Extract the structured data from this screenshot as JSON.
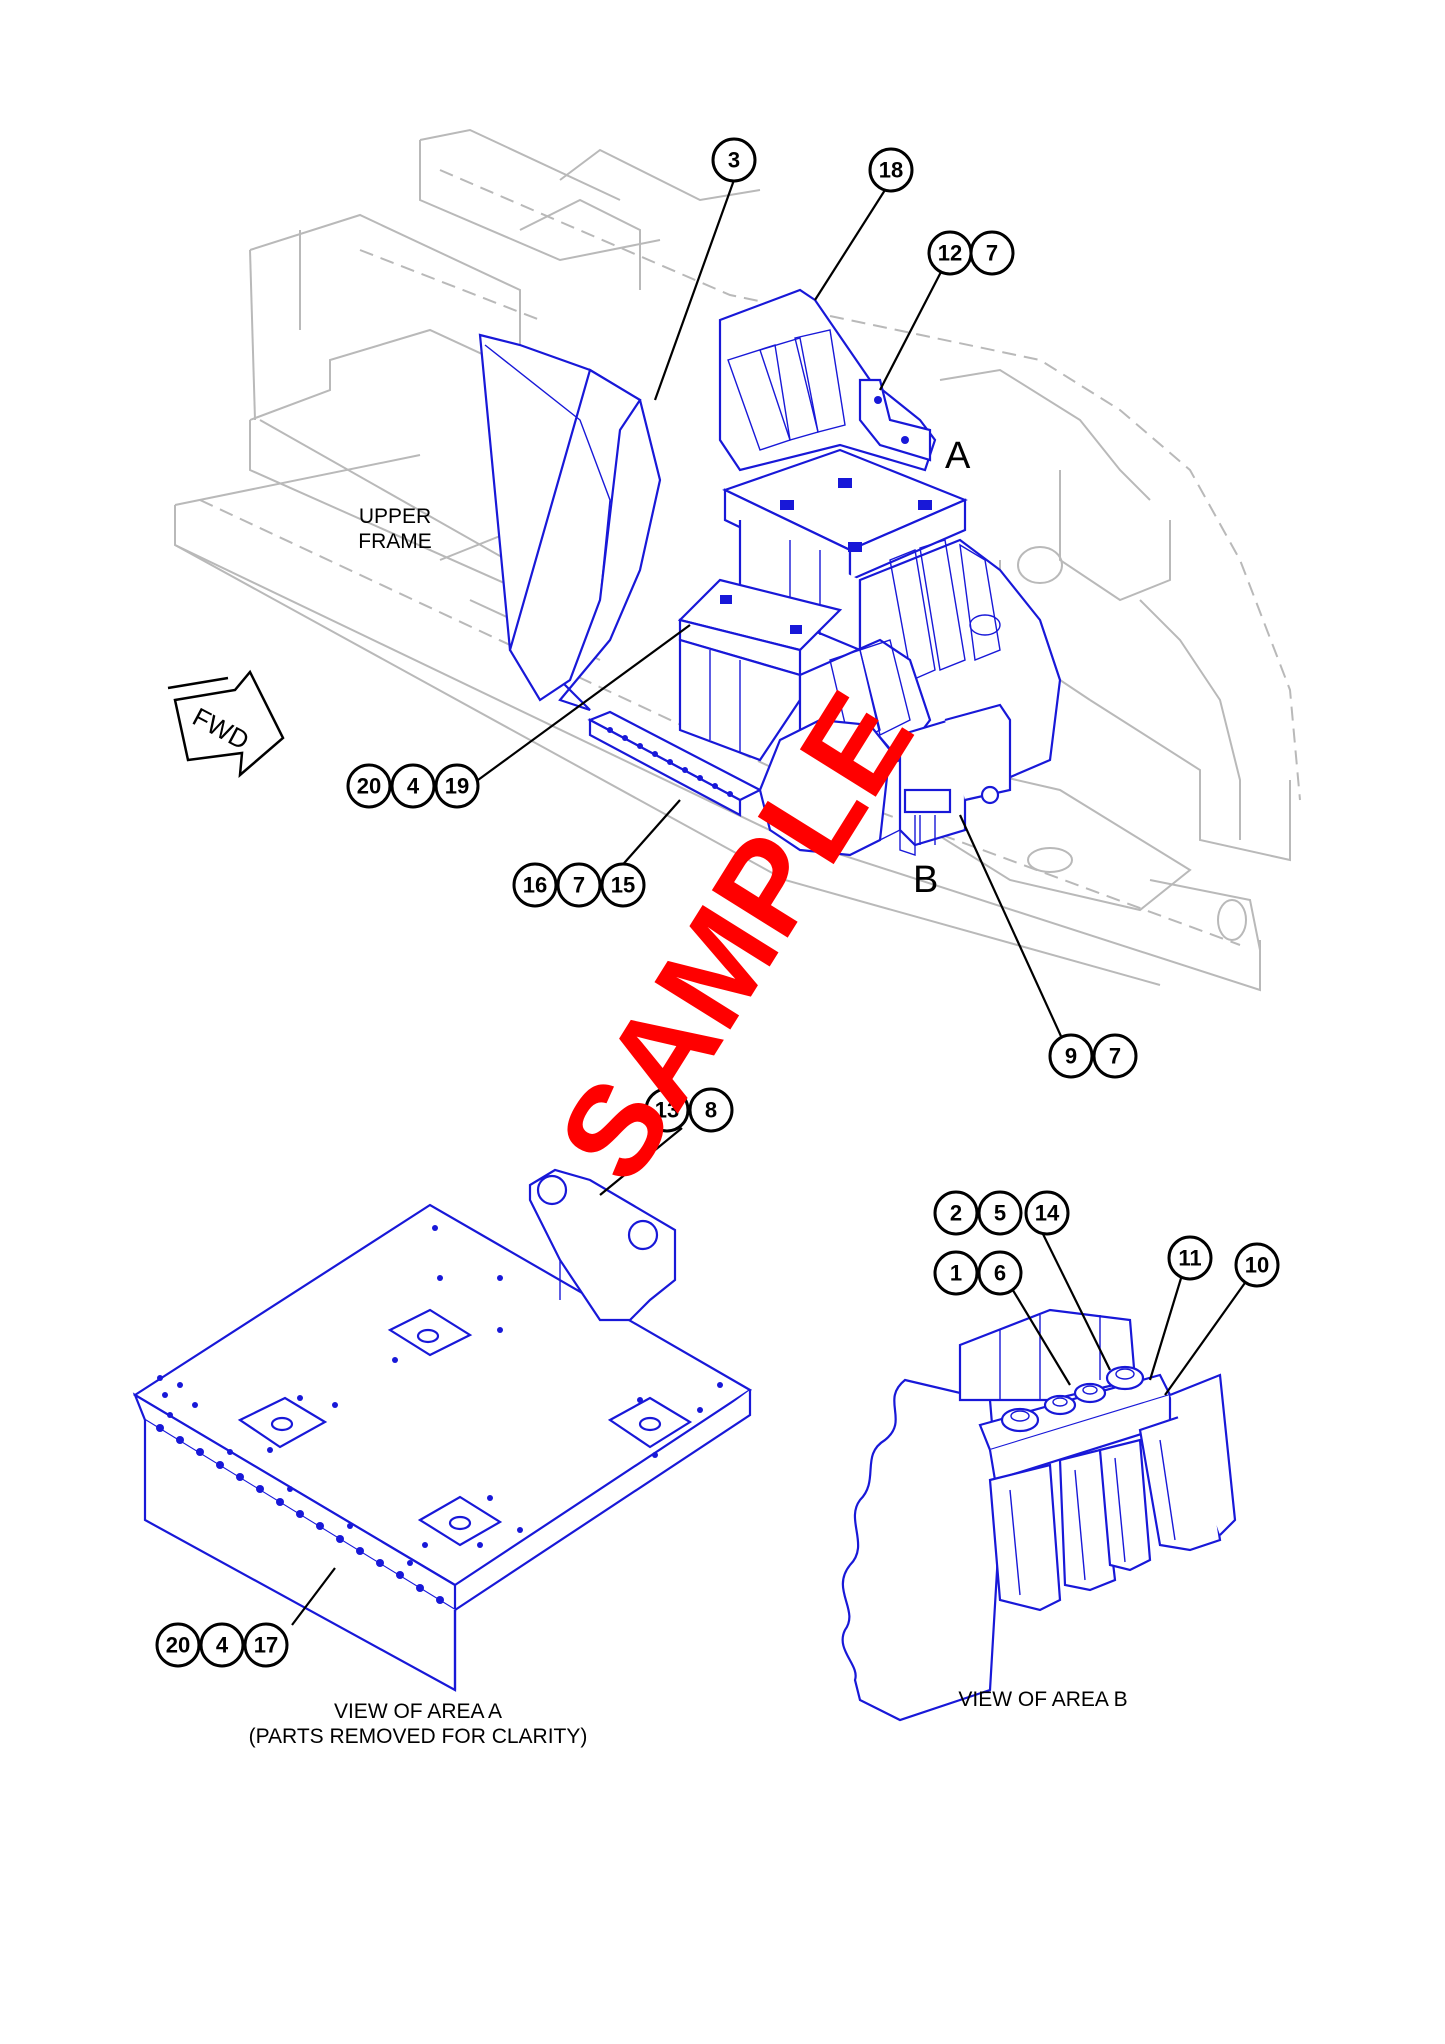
{
  "labels": {
    "upper_frame_line1": "UPPER",
    "upper_frame_line2": "FRAME",
    "fwd": "FWD",
    "area_a": "A",
    "area_b": "B",
    "view_a_line1": "VIEW OF AREA A",
    "view_a_line2": "(PARTS REMOVED FOR CLARITY)",
    "view_b": "VIEW OF AREA B",
    "watermark": "SAMPLE"
  },
  "callouts": [
    {
      "id": "c3",
      "text": "3"
    },
    {
      "id": "c18",
      "text": "18"
    },
    {
      "id": "c12",
      "text": "12"
    },
    {
      "id": "c7a",
      "text": "7"
    },
    {
      "id": "c20a",
      "text": "20"
    },
    {
      "id": "c4a",
      "text": "4"
    },
    {
      "id": "c19",
      "text": "19"
    },
    {
      "id": "c16",
      "text": "16"
    },
    {
      "id": "c7b",
      "text": "7"
    },
    {
      "id": "c15",
      "text": "15"
    },
    {
      "id": "c9",
      "text": "9"
    },
    {
      "id": "c7c",
      "text": "7"
    },
    {
      "id": "c13",
      "text": "13"
    },
    {
      "id": "c8",
      "text": "8"
    },
    {
      "id": "c2",
      "text": "2"
    },
    {
      "id": "c5",
      "text": "5"
    },
    {
      "id": "c14",
      "text": "14"
    },
    {
      "id": "c1",
      "text": "1"
    },
    {
      "id": "c6",
      "text": "6"
    },
    {
      "id": "c11",
      "text": "11"
    },
    {
      "id": "c10",
      "text": "10"
    },
    {
      "id": "c20b",
      "text": "20"
    },
    {
      "id": "c4b",
      "text": "4"
    },
    {
      "id": "c17",
      "text": "17"
    }
  ],
  "colors": {
    "part_line": "#1818d8",
    "frame_line": "#b9b9b9",
    "watermark": "#ff0000",
    "callout": "#000000"
  }
}
